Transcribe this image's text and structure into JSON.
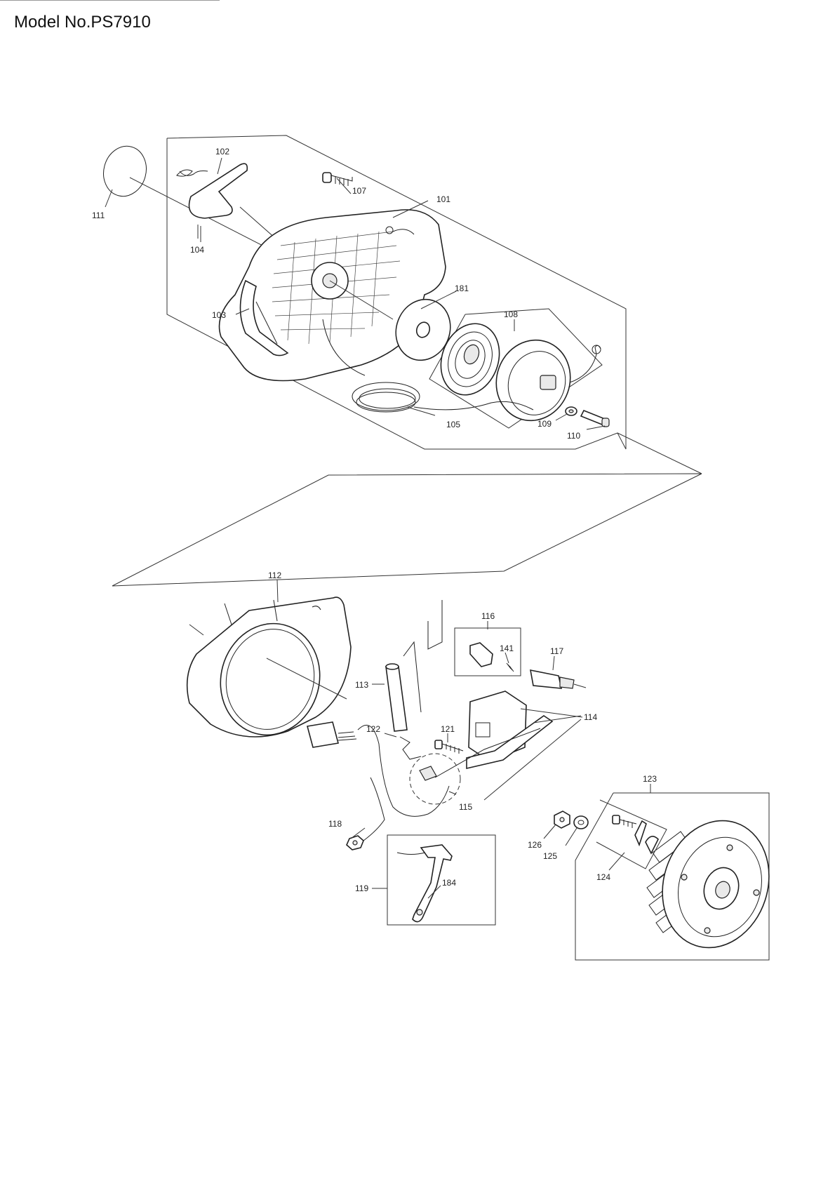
{
  "page": {
    "title": "Model No.PS7910"
  },
  "callouts": [
    {
      "id": "111",
      "label": "111"
    },
    {
      "id": "102",
      "label": "102"
    },
    {
      "id": "104",
      "label": "104"
    },
    {
      "id": "107",
      "label": "107"
    },
    {
      "id": "101",
      "label": "101"
    },
    {
      "id": "103",
      "label": "103"
    },
    {
      "id": "181",
      "label": "181"
    },
    {
      "id": "108",
      "label": "108"
    },
    {
      "id": "105",
      "label": "105"
    },
    {
      "id": "109",
      "label": "109"
    },
    {
      "id": "110",
      "label": "110"
    },
    {
      "id": "112",
      "label": "112"
    },
    {
      "id": "116",
      "label": "116"
    },
    {
      "id": "141",
      "label": "141"
    },
    {
      "id": "117",
      "label": "117"
    },
    {
      "id": "113",
      "label": "113"
    },
    {
      "id": "114",
      "label": "114"
    },
    {
      "id": "122",
      "label": "122"
    },
    {
      "id": "121",
      "label": "121"
    },
    {
      "id": "115",
      "label": "115"
    },
    {
      "id": "123",
      "label": "123"
    },
    {
      "id": "118",
      "label": "118"
    },
    {
      "id": "126",
      "label": "126"
    },
    {
      "id": "125",
      "label": "125"
    },
    {
      "id": "124",
      "label": "124"
    },
    {
      "id": "119",
      "label": "119"
    },
    {
      "id": "184",
      "label": "184"
    }
  ]
}
